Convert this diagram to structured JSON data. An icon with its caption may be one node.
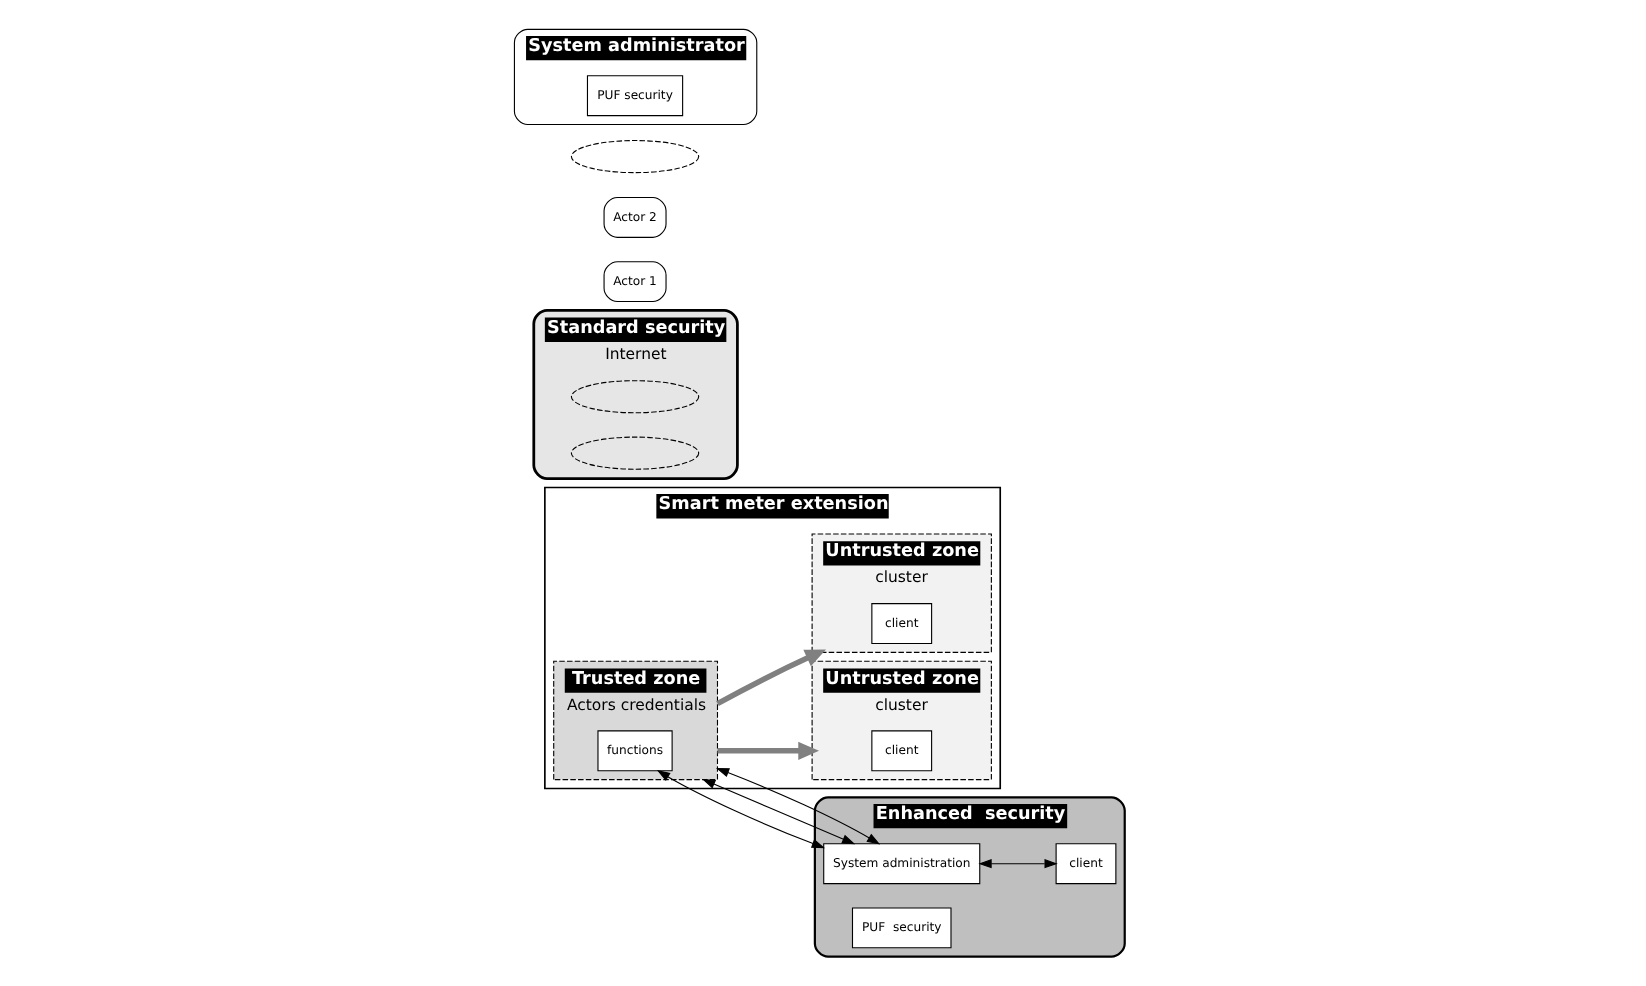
{
  "diagram": {
    "nodes": [
      {
        "text": [
          "Smart meter extension"
        ]
      },
      {
        "text": [
          "Trusted zone",
          "Actors credentials"
        ],
        "in": 0
      },
      {
        "text": [
          "functions"
        ],
        "in": 1
      },
      {
        "text": [
          "Untrusted zone",
          "cluster"
        ],
        "in": 0
      },
      {
        "text": [
          "client"
        ],
        "in": 3
      },
      {
        "text": [
          "Untrusted zone",
          "cluster"
        ],
        "in": 0
      },
      {
        "text": [
          "client"
        ],
        "in": 5
      },
      {
        "text": [
          "Enhanced  security"
        ]
      },
      {
        "text": [
          "System administration"
        ],
        "in": 7
      },
      {
        "text": [
          "client"
        ],
        "in": 7
      },
      {
        "text": [
          "PUF  security"
        ],
        "in": 7
      },
      {
        "text": [
          "Standard security",
          "Internet"
        ]
      },
      {
        "text": [],
        "shape": "ellipse",
        "in": 11
      },
      {
        "text": [],
        "shape": "ellipse",
        "in": 11
      },
      {
        "text": [
          "Actor 1"
        ]
      },
      {
        "text": [
          "Actor 2"
        ]
      },
      {
        "text": [],
        "shape": "ellipse"
      },
      {
        "text": [
          "System administrator"
        ]
      },
      {
        "text": [
          "PUF security"
        ],
        "in": 17
      }
    ],
    "edges": [
      {
        "from": 1,
        "to": 3,
        "arrow": "to",
        "style": "thick",
        "color": "#808080"
      },
      {
        "from": 1,
        "to": 5,
        "arrow": "to",
        "style": "thick",
        "color": "#808080"
      },
      {
        "from": 2,
        "to": 8,
        "arrow": "both"
      },
      {
        "from": 1,
        "to": 8,
        "arrow": "both"
      },
      {
        "from": 1,
        "to": 8,
        "arrow": "both"
      },
      {
        "from": 8,
        "to": 9,
        "arrow": "both"
      }
    ]
  }
}
